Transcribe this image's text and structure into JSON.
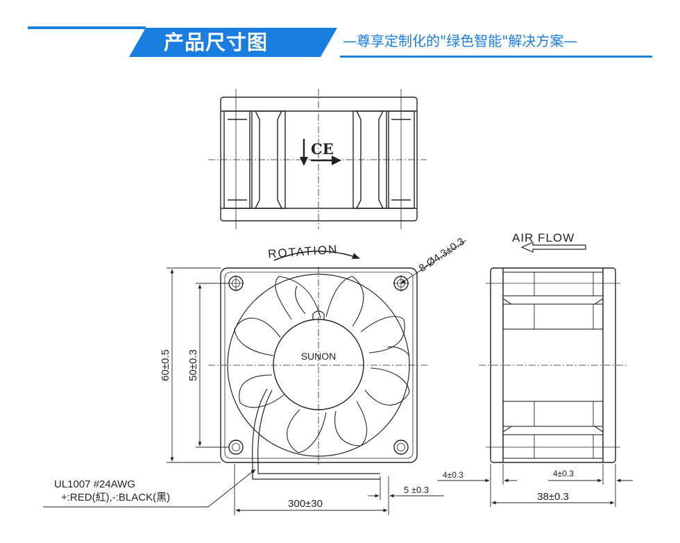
{
  "header": {
    "title": "产品尺寸图",
    "subtitle": "—尊享定制化的\"绿色智能\"解决方案—"
  },
  "labels": {
    "rotation": "ROTATION",
    "air_flow": "AIR  FLOW",
    "hole_spec": "8-Ø4.3±0.3",
    "brand": "SUNON",
    "dim_outer": "60±0.5",
    "dim_hole_pitch": "50±0.3",
    "cable_spec_line1": "UL1007  #24AWG",
    "cable_spec_line2": "+:RED(紅),-:BLACK(黑)",
    "dim_cable_length": "300±30",
    "dim_wire_strip": "5 ±0.3",
    "dim_flange_left": "4±0.3",
    "dim_flange_right": "4±0.3",
    "dim_depth": "38±0.3",
    "ce_mark": "CE"
  }
}
